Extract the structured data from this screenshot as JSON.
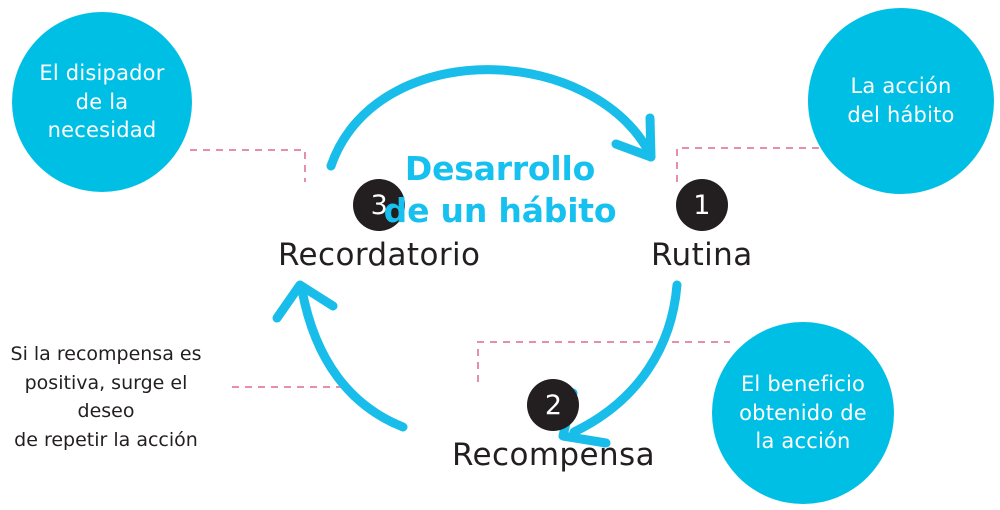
{
  "diagram": {
    "title_line1": "Desarrollo",
    "title_line2": "de un hábito",
    "accent_color": "#00bfe5",
    "title_color": "#16c0ef",
    "badge_color": "#231f20",
    "dashed_color": "#e58fa8",
    "text_color": "#231f20"
  },
  "steps": [
    {
      "number": "1",
      "label": "Rutina"
    },
    {
      "number": "2",
      "label": "Recompensa"
    },
    {
      "number": "3",
      "label": "Recordatorio"
    }
  ],
  "bubbles": [
    {
      "id": "trigger",
      "line1": "El disipador",
      "line2": "de la",
      "line3": "necesidad"
    },
    {
      "id": "routine",
      "line1": "La acción",
      "line2": "del hábito",
      "line3": ""
    },
    {
      "id": "reward",
      "line1": "El beneficio",
      "line2": "obtenido de",
      "line3": "la acción"
    }
  ],
  "side_note": {
    "line1": "Si la recompensa es",
    "line2": "positiva, surge el deseo",
    "line3": "de repetir la acción"
  }
}
